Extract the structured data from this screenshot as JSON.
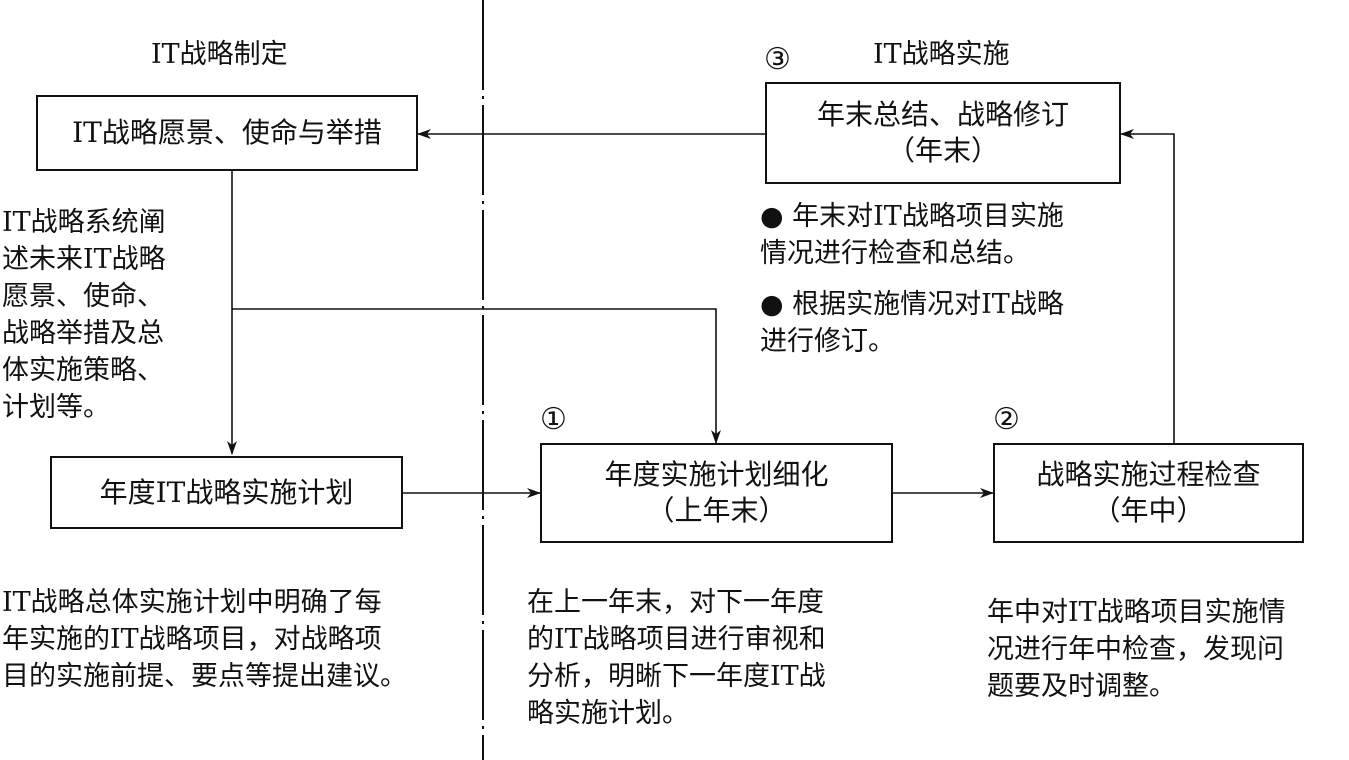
{
  "diagram": {
    "headings": {
      "left": "IT战略制定",
      "right": "IT战略实施"
    },
    "boxes": {
      "vision": {
        "lines": [
          "IT战略愿景、使命与举措"
        ]
      },
      "annual_plan": {
        "lines": [
          "年度IT战略实施计划"
        ]
      },
      "refine": {
        "lines": [
          "年度实施计划细化",
          "（上年末）"
        ]
      },
      "check": {
        "lines": [
          "战略实施过程检查",
          "（年中）"
        ]
      },
      "review": {
        "lines": [
          "年末总结、战略修订",
          "（年末）"
        ]
      }
    },
    "markers": {
      "step1": "①",
      "step2": "②",
      "step3": "③"
    },
    "notes": {
      "vision_note": [
        "IT战略系统阐",
        "述未来IT战略",
        "愿景、使命、",
        "战略举措及总",
        "体实施策略、",
        "计划等。"
      ],
      "plan_note": [
        "IT战略总体实施计划中明确了每",
        "年实施的IT战略项目，对战略项",
        "目的实施前提、要点等提出建议。"
      ],
      "refine_note": [
        "在上一年末，对下一年度",
        "的IT战略项目进行审视和",
        "分析，明晰下一年度IT战",
        "略实施计划。"
      ],
      "check_note": [
        "年中对IT战略项目实施情",
        "况进行年中检查，发现问",
        "题要及时调整。"
      ],
      "review_bullets": [
        [
          "● 年末对IT战略项目实施",
          "情况进行检查和总结。"
        ],
        [
          "● 根据实施情况对IT战略",
          "进行修订。"
        ]
      ]
    },
    "colors": {
      "line": "#111111",
      "background": "#ffffff"
    }
  }
}
